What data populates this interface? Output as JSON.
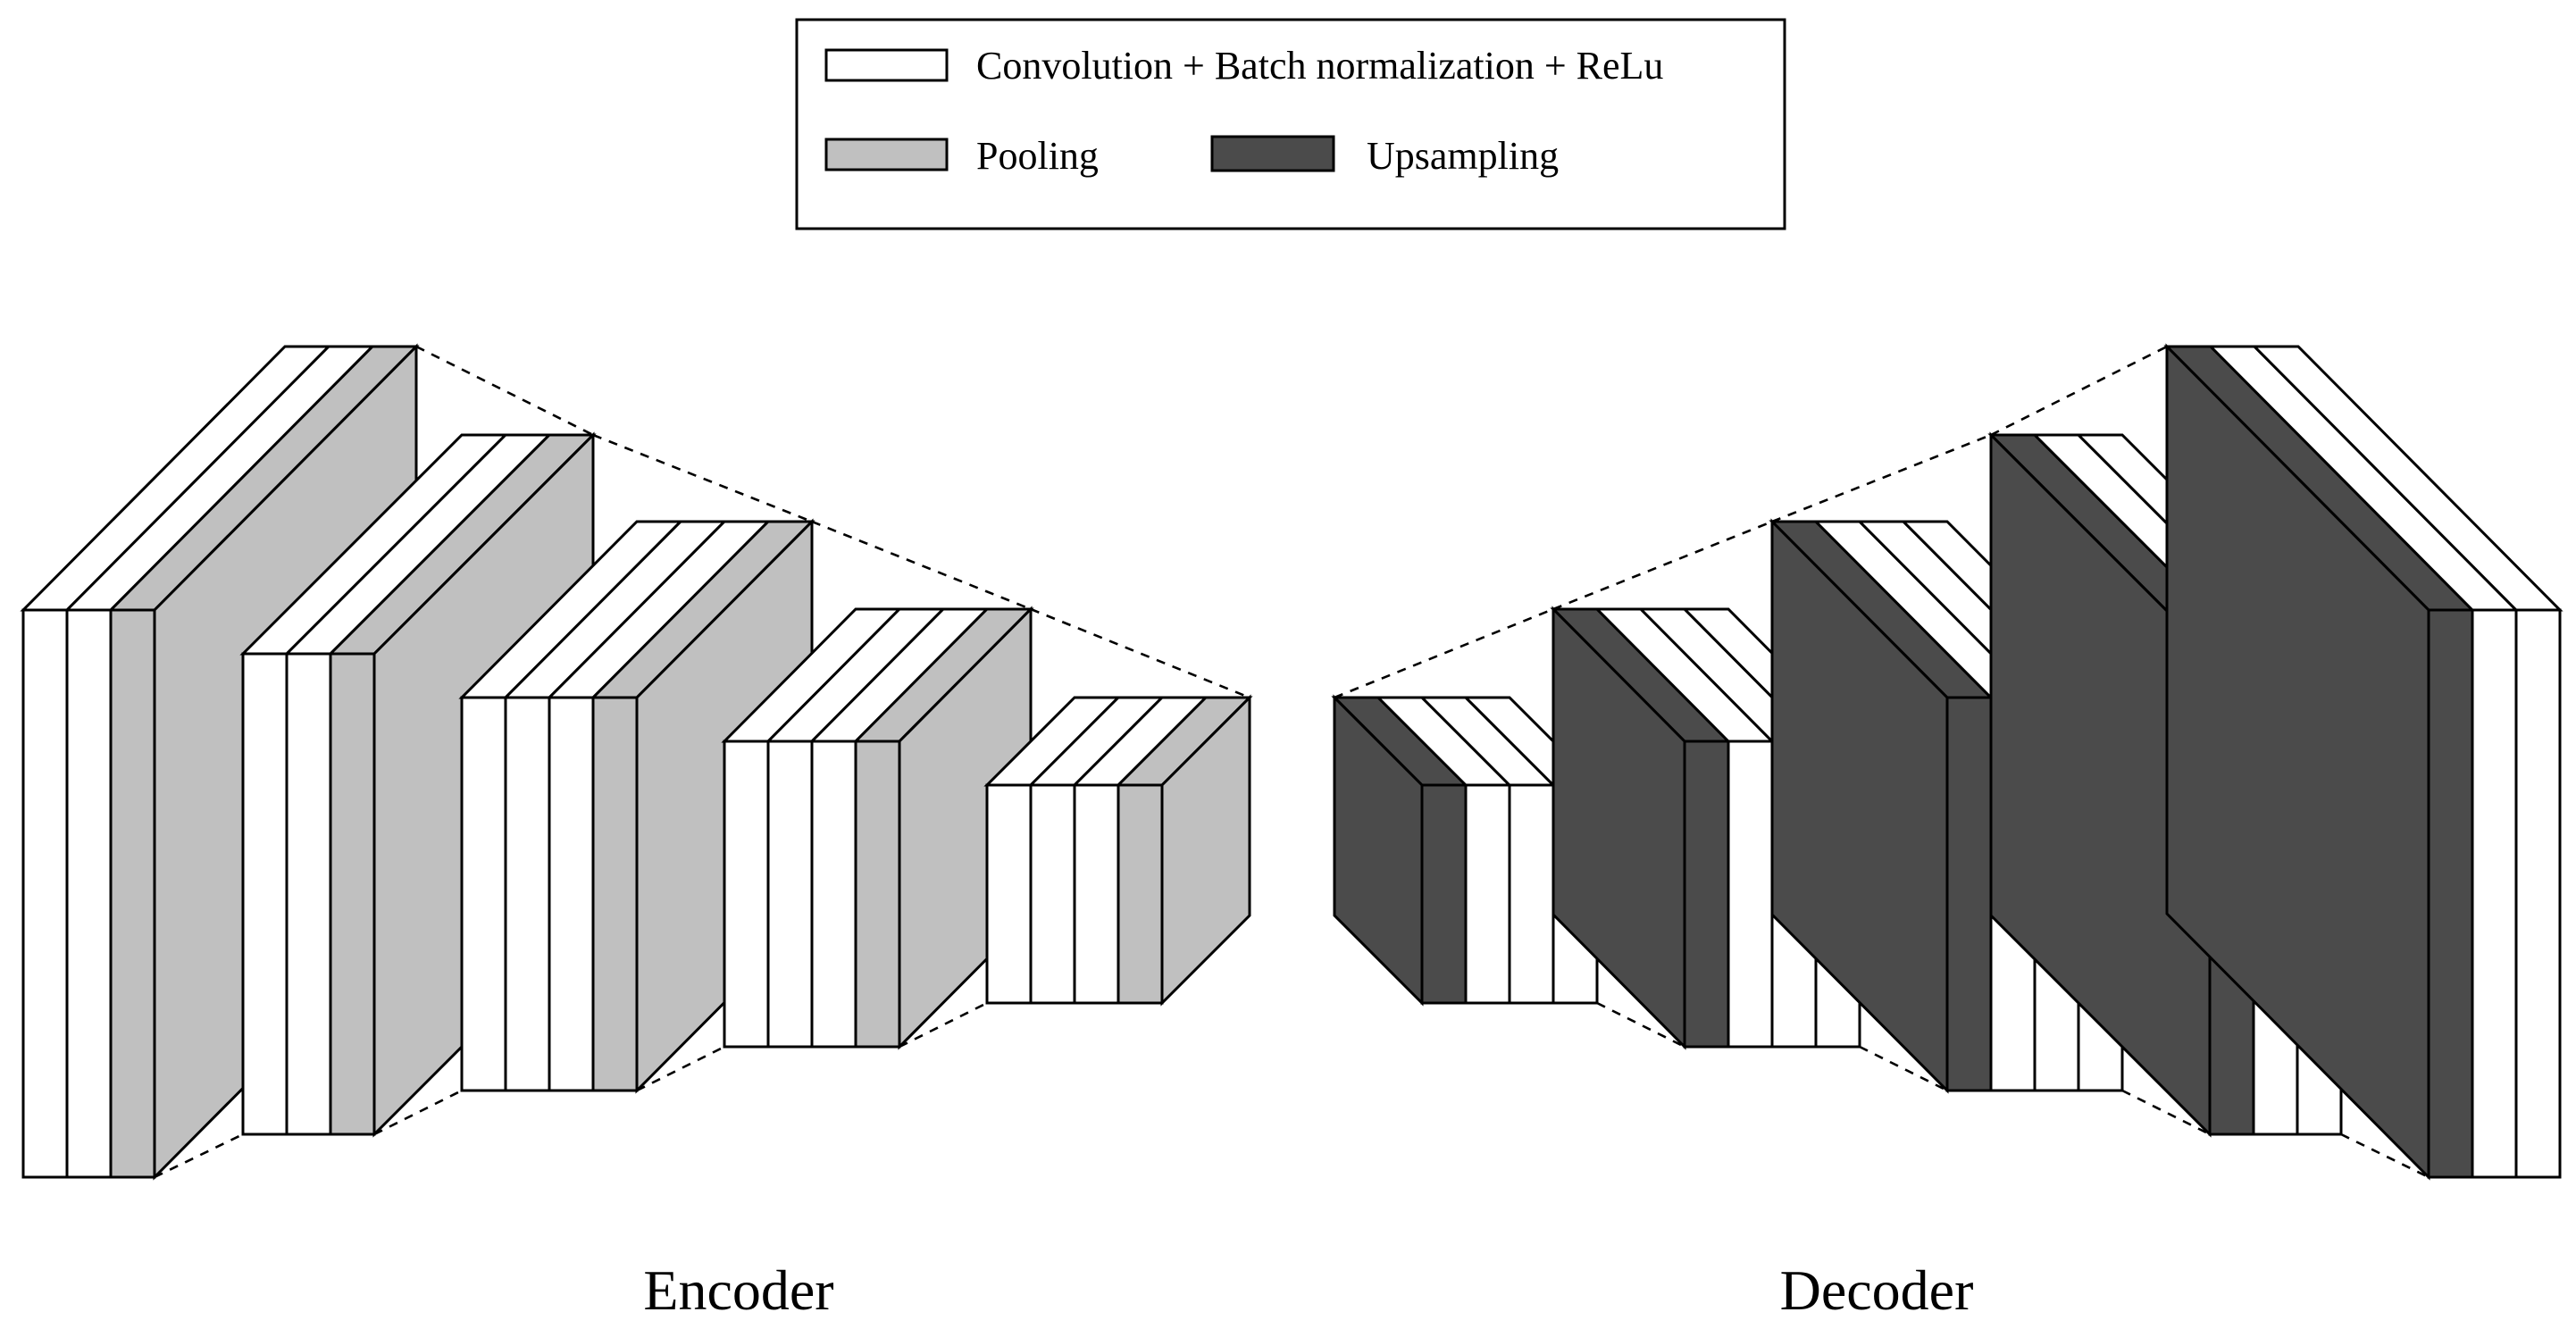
{
  "legend": {
    "conv_label": "Convolution + Batch normalization + ReLu",
    "pool_label": "Pooling",
    "up_label": "Upsampling"
  },
  "colors": {
    "conv": "#ffffff",
    "pool": "#c0c0c0",
    "up": "#4b4b4b"
  },
  "encoder": {
    "title": "Encoder",
    "blocks": [
      {
        "slices": [
          "conv",
          "conv",
          "pool"
        ]
      },
      {
        "slices": [
          "conv",
          "conv",
          "pool"
        ]
      },
      {
        "slices": [
          "conv",
          "conv",
          "conv",
          "pool"
        ]
      },
      {
        "slices": [
          "conv",
          "conv",
          "conv",
          "pool"
        ]
      },
      {
        "slices": [
          "conv",
          "conv",
          "conv",
          "pool"
        ]
      }
    ]
  },
  "decoder": {
    "title": "Decoder",
    "blocks": [
      {
        "slices": [
          "up",
          "conv",
          "conv",
          "conv"
        ]
      },
      {
        "slices": [
          "up",
          "conv",
          "conv",
          "conv"
        ]
      },
      {
        "slices": [
          "up",
          "conv",
          "conv",
          "conv"
        ]
      },
      {
        "slices": [
          "up",
          "conv",
          "conv"
        ]
      },
      {
        "slices": [
          "up",
          "conv",
          "conv"
        ]
      }
    ]
  }
}
